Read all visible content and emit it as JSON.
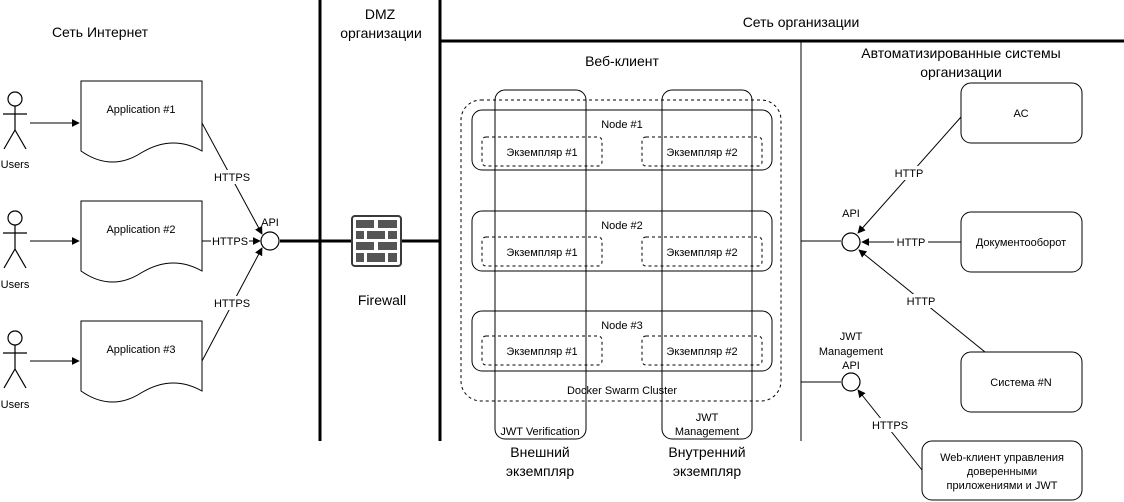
{
  "zones": {
    "internet": "Сеть Интернет",
    "dmz_line1": "DMZ",
    "dmz_line2": "организации",
    "org": "Сеть организации",
    "webclient": "Веб-клиент",
    "auto_line1": "Автоматизированные системы",
    "auto_line2": "организации"
  },
  "users": [
    "Users",
    "Users",
    "Users"
  ],
  "applications": [
    "Application #1",
    "Application #2",
    "Application #3"
  ],
  "internet_links": [
    "HTTPS",
    "HTTPS",
    "HTTPS"
  ],
  "api_label": "API",
  "firewall": {
    "label": "Firewall",
    "icon": "firewall-brick-icon"
  },
  "cluster": {
    "label": "Docker Swarm Cluster",
    "nodes": [
      {
        "label": "Node #1",
        "instances": [
          "Экземпляр #1",
          "Экземпляр #2"
        ]
      },
      {
        "label": "Node #2",
        "instances": [
          "Экземпляр #1",
          "Экземпляр #2"
        ]
      },
      {
        "label": "Node #3",
        "instances": [
          "Экземпляр #1",
          "Экземпляр #2"
        ]
      }
    ]
  },
  "external_instance": {
    "role": "JWT Verification",
    "caption_line1": "Внешний",
    "caption_line2": "экземпляр"
  },
  "internal_instance": {
    "role_line1": "JWT",
    "role_line2": "Management",
    "caption_line1": "Внутренний",
    "caption_line2": "экземпляр"
  },
  "org_api_label": "API",
  "systems": [
    {
      "label": "АС",
      "link": "HTTP"
    },
    {
      "label": "Документооборот",
      "link": "HTTP"
    },
    {
      "label": "Система #N",
      "link": "HTTP"
    }
  ],
  "jwt_api": {
    "line1": "JWT",
    "line2": "Management",
    "line3": "API"
  },
  "jwt_client": {
    "line1": "Web-клиент управления",
    "line2": "доверенными",
    "line3": "приложениями и JWT",
    "link": "HTTPS"
  }
}
